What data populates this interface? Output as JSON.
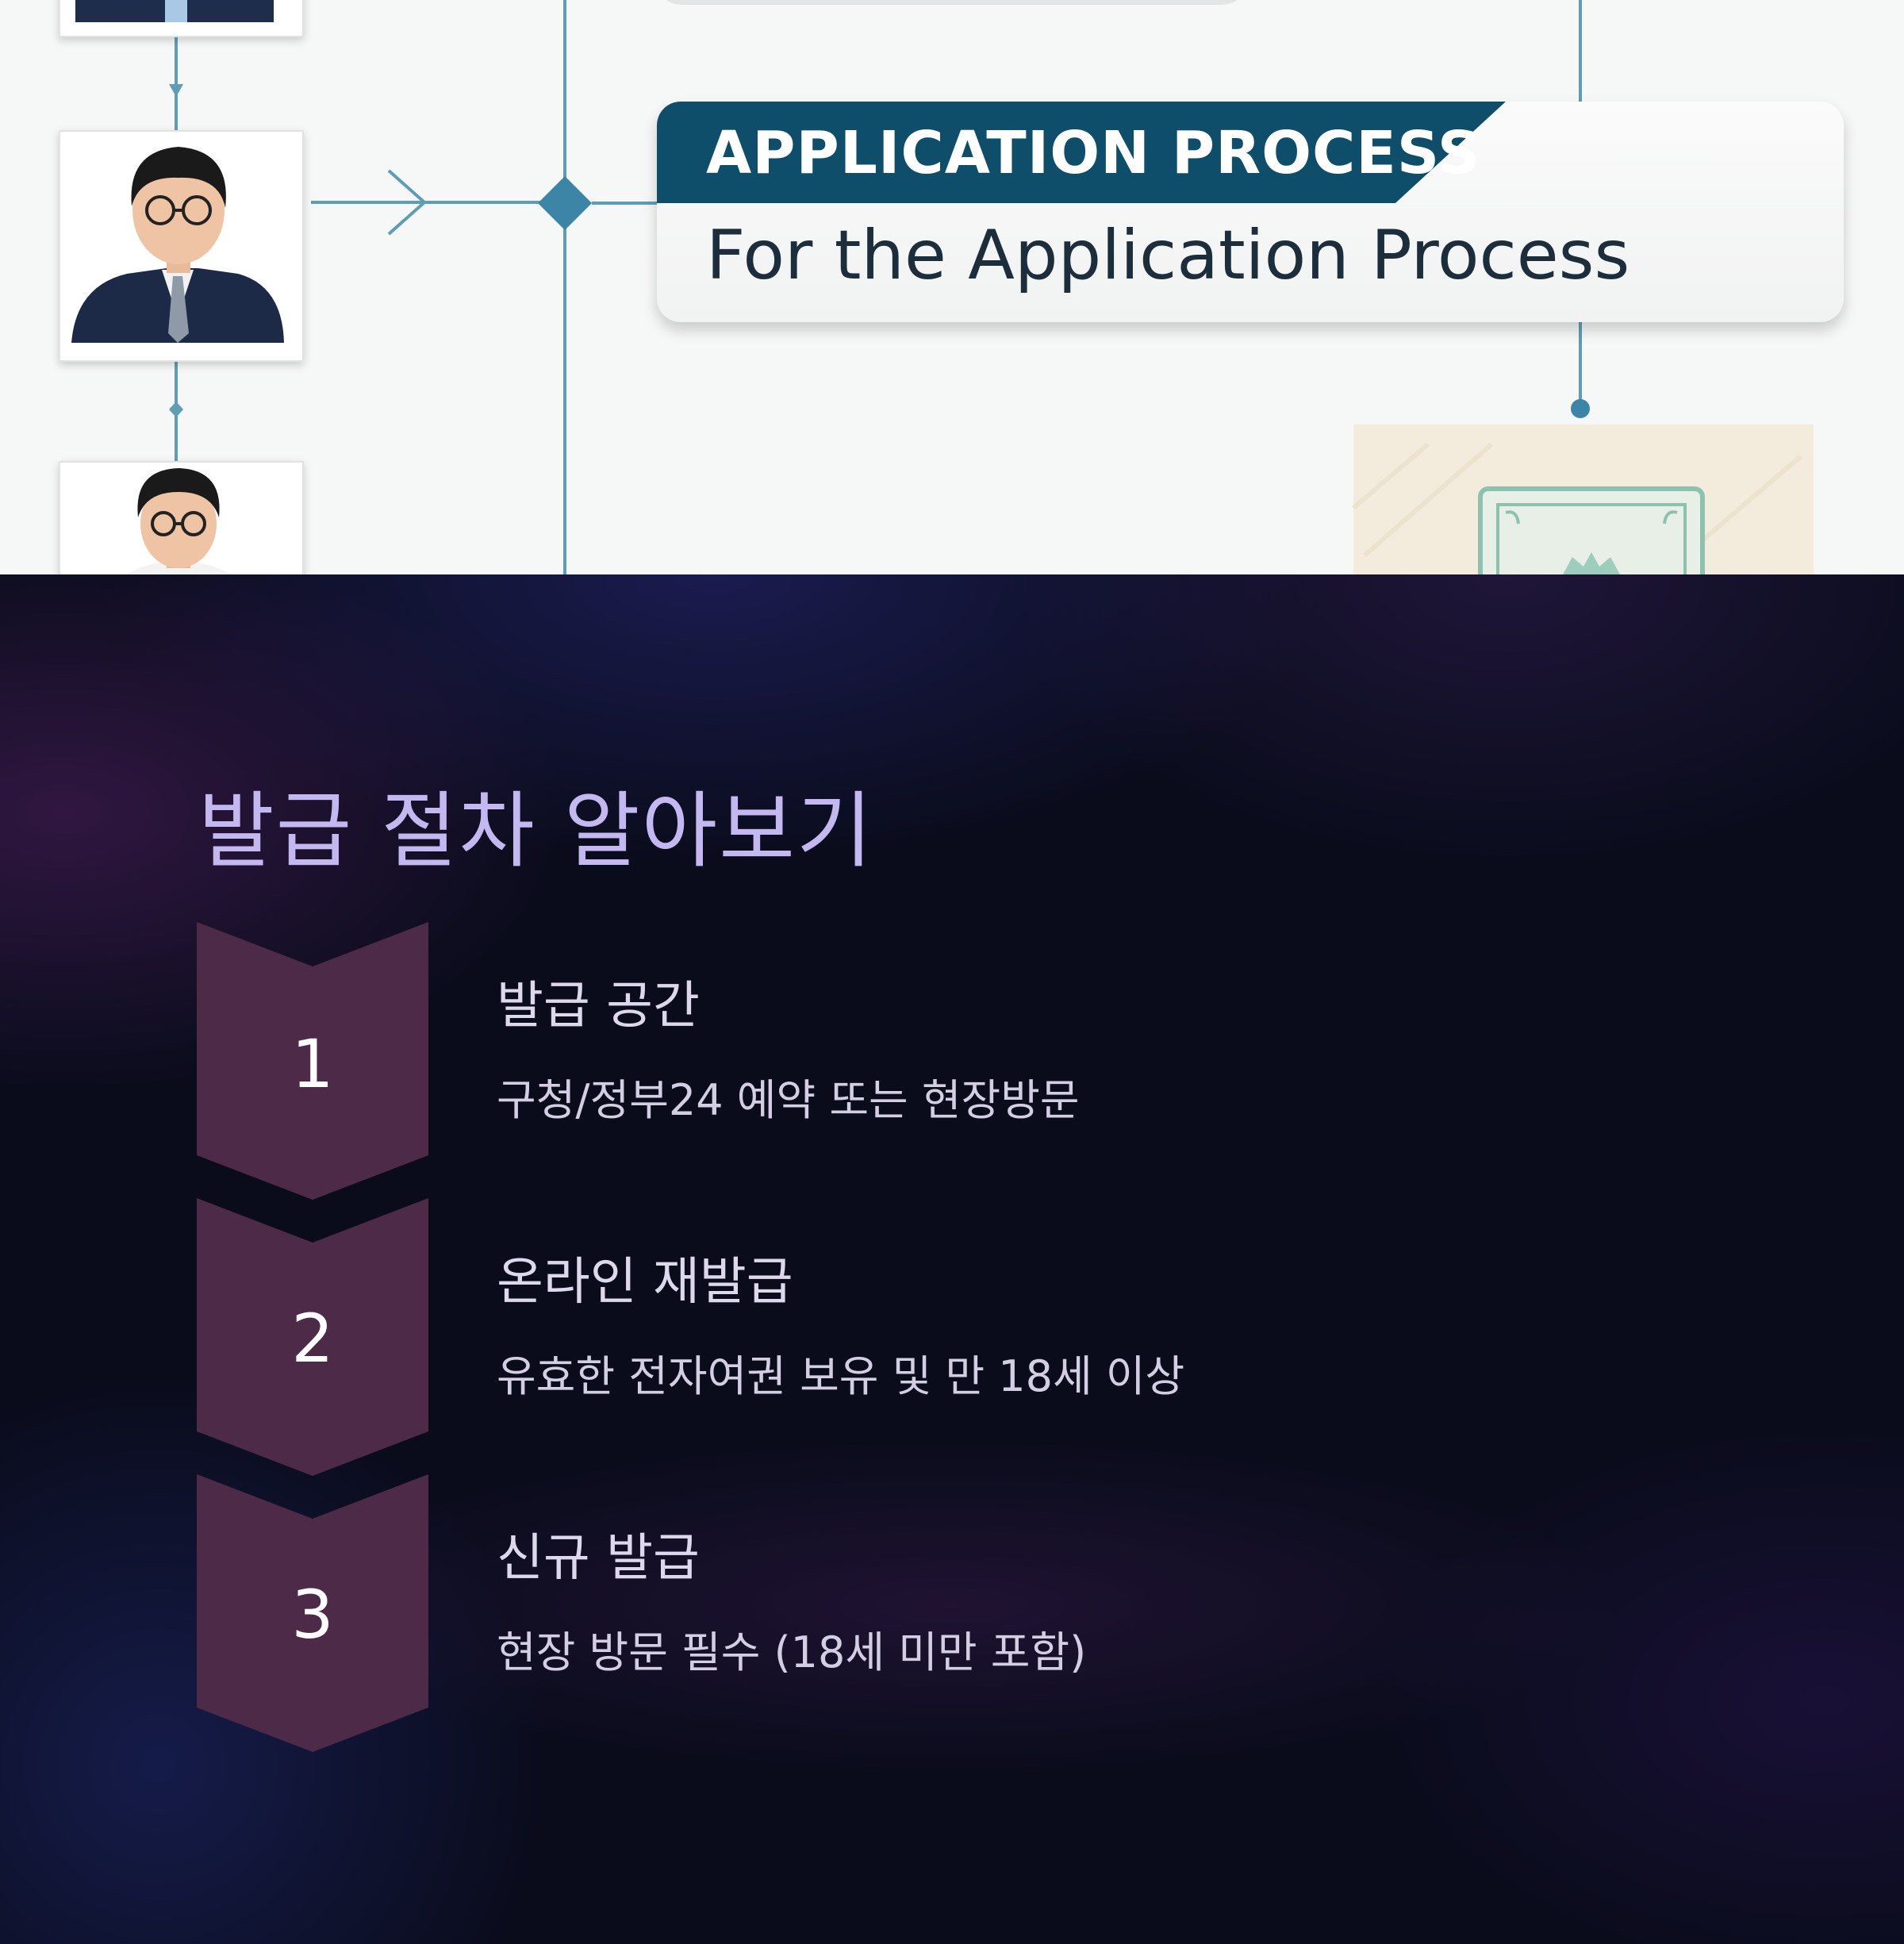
{
  "top_image": {
    "banner_title": "APPLICATION PROCESS",
    "banner_subtitle": "For the Application Process"
  },
  "slide": {
    "heading": "발급 절차 알아보기",
    "steps": [
      {
        "number": "1",
        "title": "발급 공간",
        "description": "구청/정부24 예약 또는 현장방문"
      },
      {
        "number": "2",
        "title": "온라인 재발급",
        "description": "유효한 전자여권 보유 및 만 18세 이상"
      },
      {
        "number": "3",
        "title": "신규 발급",
        "description": "현장 방문 필수 (18세 미만 포함)"
      }
    ]
  },
  "colors": {
    "ribbon": "#0e4e6a",
    "connector": "#5e9db4",
    "chevron": "#4d2b48",
    "heading": "#c4b8f0",
    "slide_background": "#0a0c1c"
  }
}
